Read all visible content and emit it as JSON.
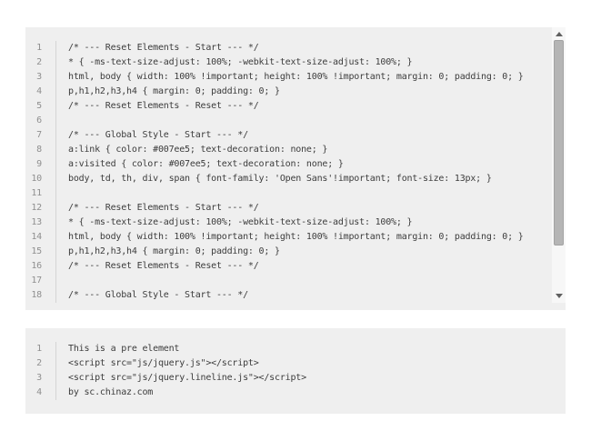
{
  "colors": {
    "page_background": "#ffffff",
    "block_background": "#efefef",
    "code_text": "#3c3c3c",
    "line_number_text": "#8f8f8f",
    "gutter_divider": "#d4d4d4",
    "scrollbar_track": "#f7f7f7",
    "scrollbar_thumb": "#b5b5b5",
    "scrollbar_arrow": "#606060"
  },
  "blocks": {
    "css_sample": {
      "lines": [
        "/* --- Reset Elements - Start --- */",
        "* { -ms-text-size-adjust: 100%; -webkit-text-size-adjust: 100%; }",
        "html, body { width: 100% !important; height: 100% !important; margin: 0; padding: 0; }",
        "p,h1,h2,h3,h4 { margin: 0; padding: 0; }",
        "/* --- Reset Elements - Reset --- */",
        "",
        "/* --- Global Style - Start --- */",
        "a:link { color: #007ee5; text-decoration: none; }",
        "a:visited { color: #007ee5; text-decoration: none; }",
        "body, td, th, div, span { font-family: 'Open Sans'!important; font-size: 13px; }",
        "",
        "/* --- Reset Elements - Start --- */",
        "* { -ms-text-size-adjust: 100%; -webkit-text-size-adjust: 100%; }",
        "html, body { width: 100% !important; height: 100% !important; margin: 0; padding: 0; }",
        "p,h1,h2,h3,h4 { margin: 0; padding: 0; }",
        "/* --- Reset Elements - Reset --- */",
        "",
        "/* --- Global Style - Start --- */"
      ]
    },
    "pre_demo": {
      "lines": [
        "This is a pre element",
        "<script src=\"js/jquery.js\"></script>",
        "<script src=\"js/jquery.lineline.js\"></script>",
        "by sc.chinaz.com"
      ]
    }
  }
}
